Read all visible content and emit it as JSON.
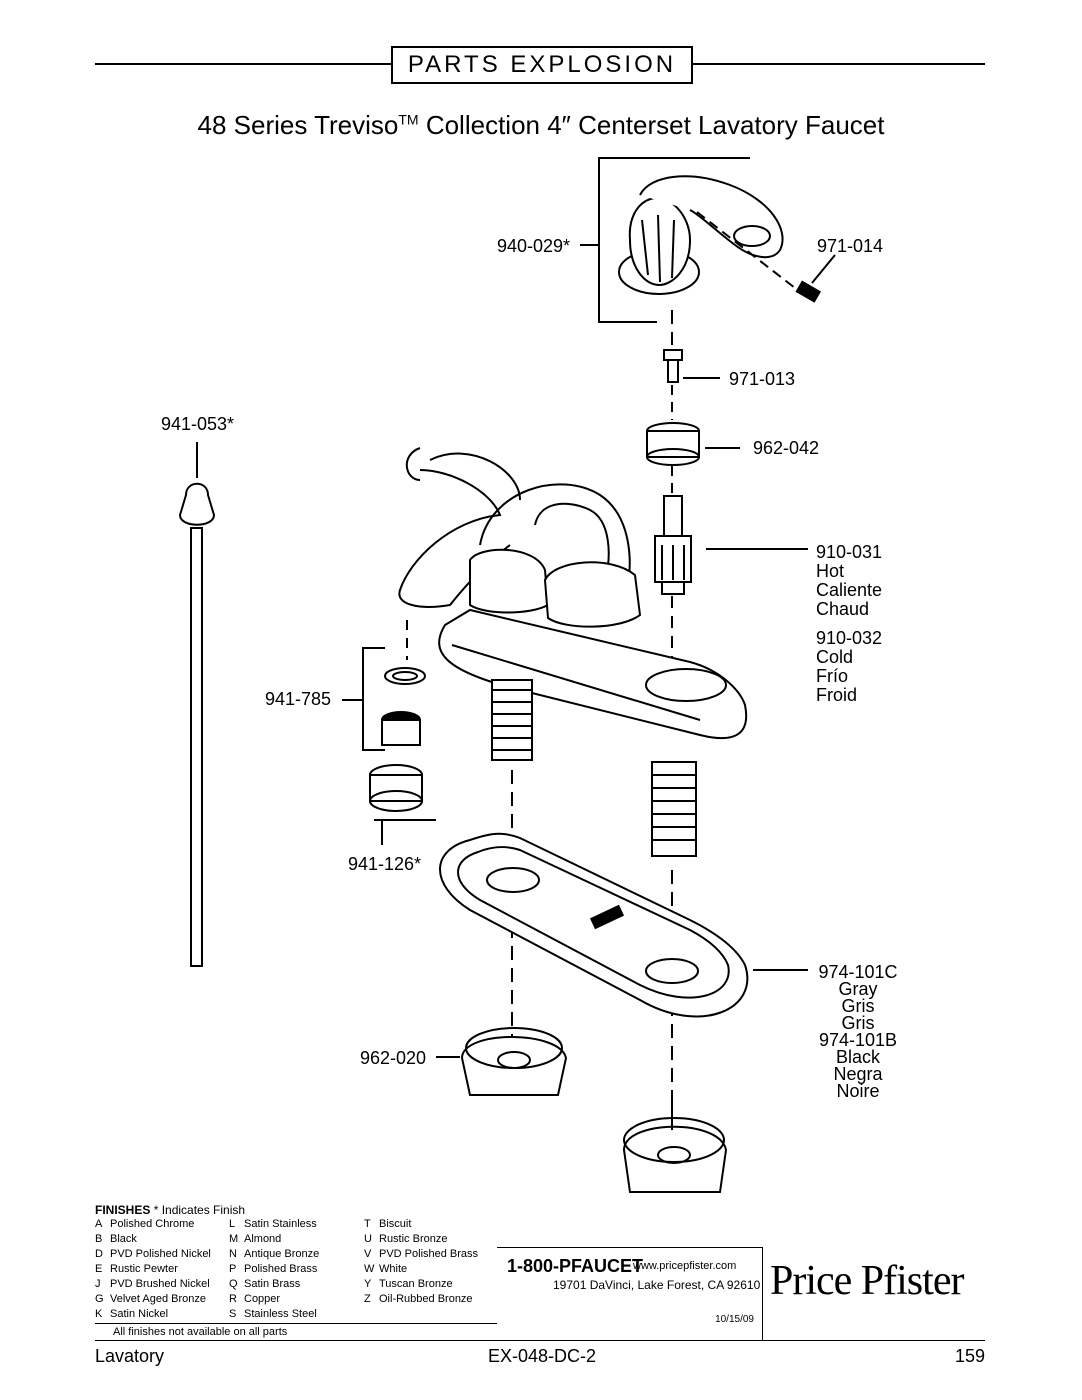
{
  "header": {
    "banner": "PARTS EXPLOSION",
    "title_main": "48 Series Treviso",
    "title_tm": "TM",
    "title_rest": " Collection 4″ Centerset Lavatory Faucet"
  },
  "parts": {
    "handle": "940-029*",
    "setscrew": "971-014",
    "screw": "971-013",
    "nut": "962-042",
    "cartridge_hot_no": "910-031",
    "cartridge_hot": [
      "Hot",
      "Caliente",
      "Chaud"
    ],
    "cartridge_cold_no": "910-032",
    "cartridge_cold": [
      "Cold",
      "Frío",
      "Froid"
    ],
    "lift_rod": "941-053*",
    "aerator": "941-785",
    "aerator_housing": "941-126*",
    "gasket_gray_no": "974-101C",
    "gasket_gray": [
      "Gray",
      "Gris",
      "Gris"
    ],
    "gasket_black_no": "974-101B",
    "gasket_black": [
      "Black",
      "Negra",
      "Noire"
    ],
    "locknut": "962-020"
  },
  "finishes": {
    "title": "FINISHES",
    "note_star": "* Indicates Finish",
    "col1": [
      [
        "A",
        "Polished Chrome"
      ],
      [
        "B",
        "Black"
      ],
      [
        "D",
        "PVD Polished Nickel"
      ],
      [
        "E",
        "Rustic Pewter"
      ],
      [
        "J",
        "PVD Brushed Nickel"
      ],
      [
        "G",
        "Velvet Aged Bronze"
      ],
      [
        "K",
        "Satin Nickel"
      ]
    ],
    "col2": [
      [
        "L",
        "Satin Stainless"
      ],
      [
        "M",
        "Almond"
      ],
      [
        "N",
        "Antique Bronze"
      ],
      [
        "P",
        "Polished Brass"
      ],
      [
        "Q",
        "Satin Brass"
      ],
      [
        "R",
        "Copper"
      ],
      [
        "S",
        "Stainless Steel"
      ]
    ],
    "col3": [
      [
        "T",
        "Biscuit"
      ],
      [
        "U",
        "Rustic Bronze"
      ],
      [
        "V",
        "PVD Polished Brass"
      ],
      [
        "W",
        "White"
      ],
      [
        "Y",
        "Tuscan Bronze"
      ],
      [
        "Z",
        "Oil-Rubbed Bronze"
      ]
    ],
    "availability": "All finishes not available on all parts"
  },
  "contact": {
    "phone": "1-800-PFAUCET",
    "website": "www.pricepfister.com",
    "address": "19701 DaVinci, Lake Forest, CA 92610",
    "date": "10/15/09"
  },
  "brand": "Price Pfister",
  "footer": {
    "category": "Lavatory",
    "doc_code": "EX-048-DC-2",
    "page": "159"
  }
}
